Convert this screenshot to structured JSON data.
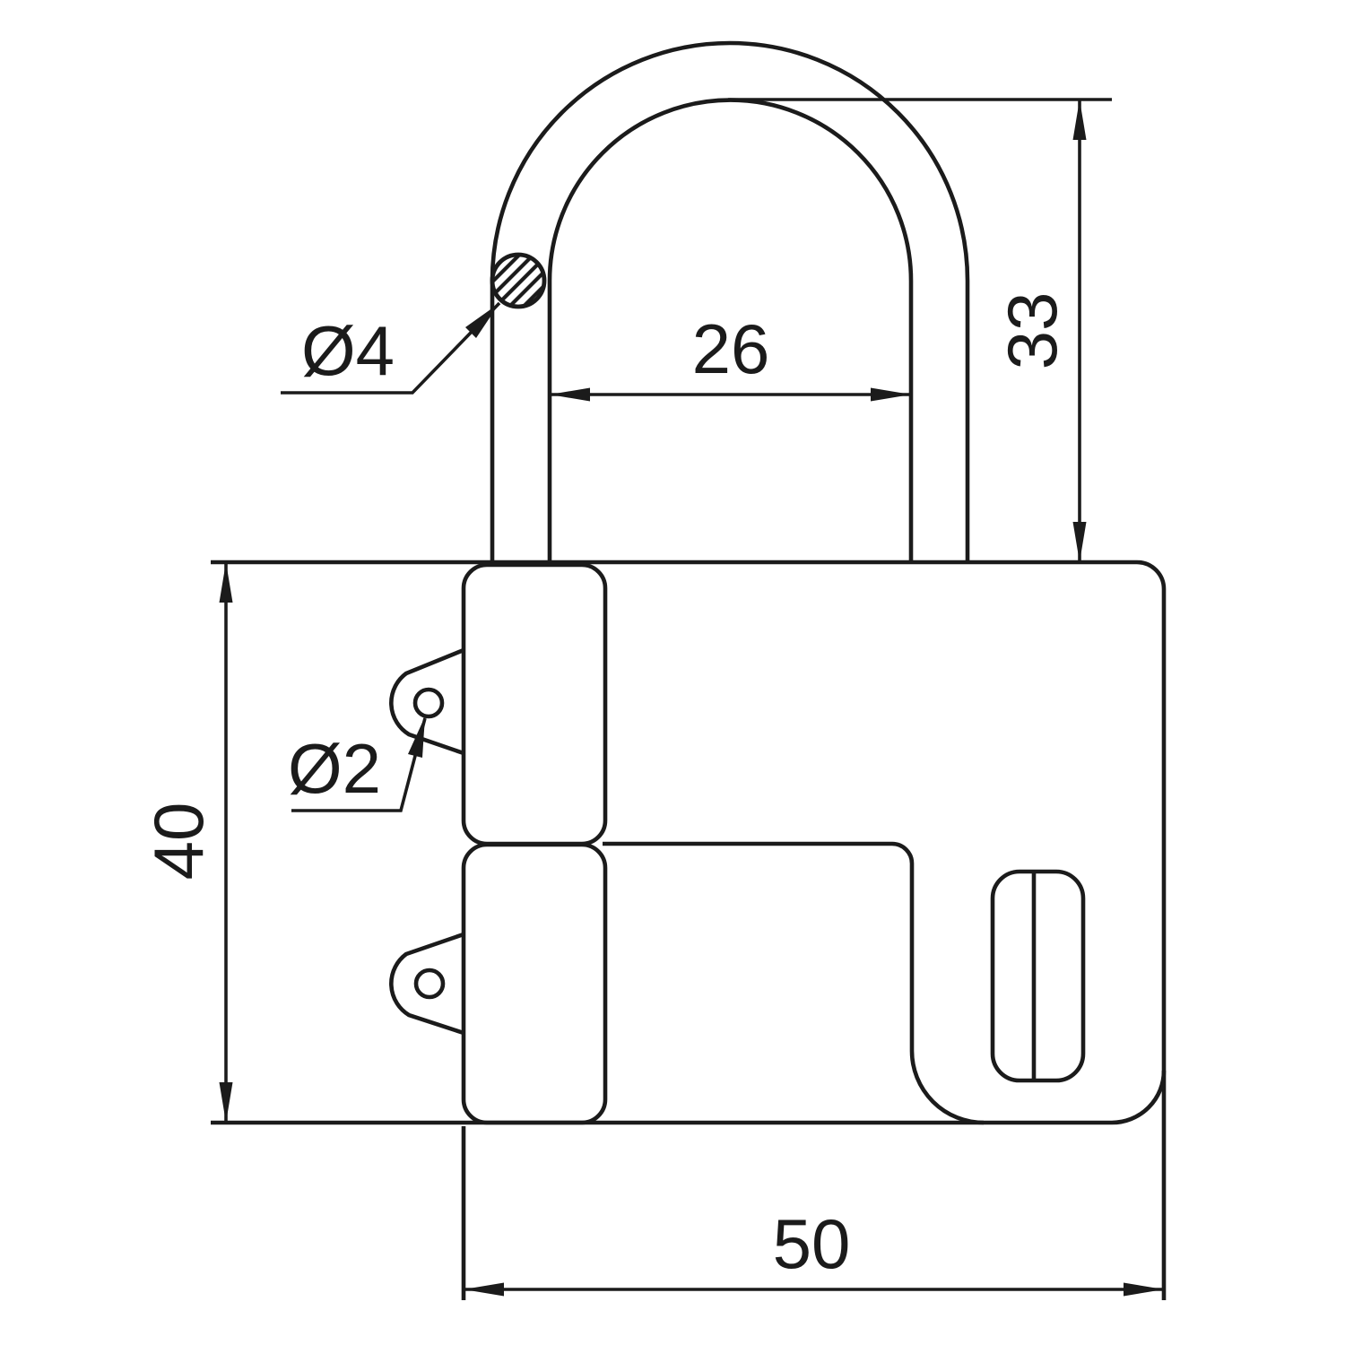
{
  "drawing": {
    "kind": "technical-dimension-drawing",
    "subject": "padlock-hasp-side-view",
    "background_color": "#ffffff",
    "line_color": "#1b1b1b",
    "units_shown": "none (bare numbers, mm implied)",
    "dimensions": {
      "shackle_inner_width": "26",
      "shackle_height": "33",
      "body_height": "40",
      "body_width": "50",
      "shackle_wire_diameter": "Ø4",
      "lug_hole_diameter": "Ø2"
    }
  }
}
